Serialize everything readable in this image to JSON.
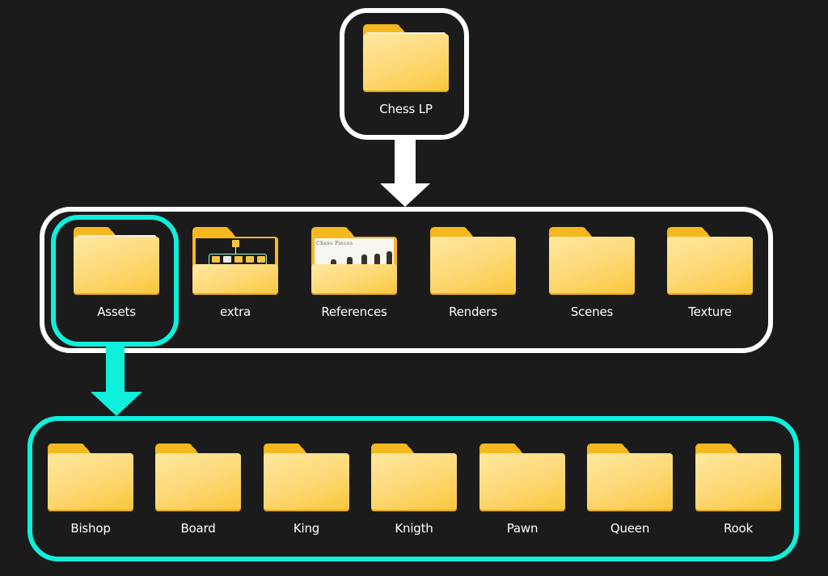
{
  "colors": {
    "background": "#1b1b1b",
    "root_outline": "#ffffff",
    "level1_outline": "#ffffff",
    "highlight_outline": "#0ff0dc",
    "folder_yellow": "#fdd977"
  },
  "root": {
    "label": "Chess LP",
    "icon": "folder-icon"
  },
  "level1": {
    "parent": "Chess LP",
    "items": [
      {
        "label": "Assets",
        "icon": "folder-icon",
        "highlighted": true
      },
      {
        "label": "extra",
        "icon": "folder-preview-icon"
      },
      {
        "label": "References",
        "icon": "folder-preview-icon",
        "preview_text": "Chess Pieces"
      },
      {
        "label": "Renders",
        "icon": "folder-icon"
      },
      {
        "label": "Scenes",
        "icon": "folder-icon"
      },
      {
        "label": "Texture",
        "icon": "folder-icon"
      }
    ]
  },
  "level2": {
    "parent": "Assets",
    "items": [
      {
        "label": "Bishop",
        "icon": "folder-icon"
      },
      {
        "label": "Board",
        "icon": "folder-icon"
      },
      {
        "label": "King",
        "icon": "folder-icon"
      },
      {
        "label": "Knigth",
        "icon": "folder-icon"
      },
      {
        "label": "Pawn",
        "icon": "folder-icon"
      },
      {
        "label": "Queen",
        "icon": "folder-icon"
      },
      {
        "label": "Rook",
        "icon": "folder-icon"
      }
    ]
  }
}
